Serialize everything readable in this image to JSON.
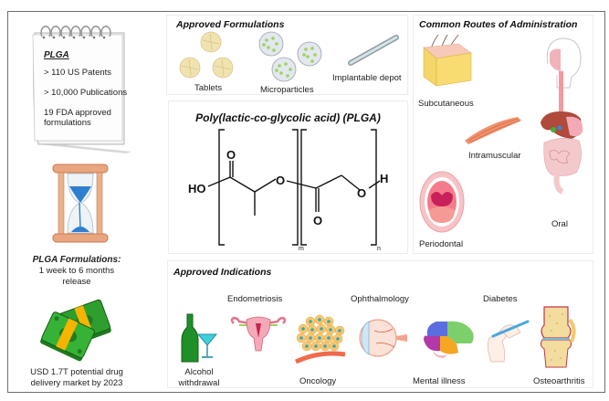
{
  "notepad": {
    "title": "PLGA",
    "facts": [
      "> 110 US Patents",
      "> 10,000 Publications",
      "19 FDA approved formulations"
    ]
  },
  "release": {
    "title": "PLGA Formulations:",
    "line1": "1 week to 6 months",
    "line2": "release"
  },
  "market": {
    "line1": "USD 1.7T potential drug",
    "line2": "delivery market by 2023"
  },
  "formulations": {
    "title": "Approved Formulations",
    "items": [
      {
        "label": "Tablets",
        "icon": "tablets-icon"
      },
      {
        "label": "Microparticles",
        "icon": "microparticles-icon"
      },
      {
        "label": "Implantable depot",
        "icon": "implant-rod-icon"
      }
    ]
  },
  "structure": {
    "title": "Poly(lactic-co-glycolic acid) (PLGA)",
    "atoms": {
      "ho": "HO",
      "o_carbonyl1": "O",
      "o_ester": "O",
      "o_carbonyl2": "O",
      "o_end": "O",
      "h_end": "H"
    },
    "subscripts": {
      "m": "m",
      "n": "n"
    }
  },
  "routes": {
    "title": "Common Routes of Administration",
    "items": [
      {
        "label": "Subcutaneous",
        "icon": "skin-tissue-icon"
      },
      {
        "label": "Intramuscular",
        "icon": "muscle-icon"
      },
      {
        "label": "Oral",
        "icon": "digestive-system-icon"
      },
      {
        "label": "Periodontal",
        "icon": "open-mouth-icon"
      }
    ]
  },
  "indications": {
    "title": "Approved Indications",
    "items": [
      {
        "label": "Alcohol withdrawal",
        "line1": "Alcohol",
        "line2": "withdrawal",
        "icon": "bottle-glass-icon"
      },
      {
        "label": "Endometriosis",
        "icon": "uterus-icon"
      },
      {
        "label": "Oncology",
        "icon": "tumor-cells-icon"
      },
      {
        "label": "Ophthalmology",
        "icon": "eye-icon"
      },
      {
        "label": "Mental illness",
        "icon": "brain-icon"
      },
      {
        "label": "Diabetes",
        "icon": "injection-pen-icon"
      },
      {
        "label": "Osteoarthritis",
        "icon": "knee-joint-icon"
      }
    ]
  },
  "colors": {
    "frame": "#6e6e6e",
    "hourglass_wood": "#e9a57d",
    "sand_blue": "#2f7fd1",
    "money_green": "#2e9e2e",
    "money_band": "#f4b400"
  }
}
